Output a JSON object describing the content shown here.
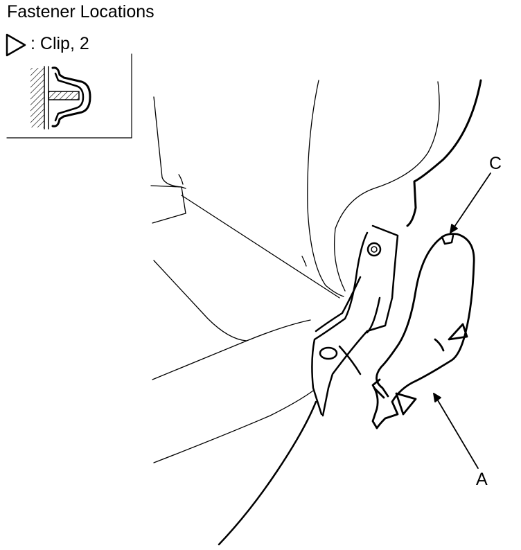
{
  "title": "Fastener Locations",
  "legend": {
    "symbol_icon": "triangle-outline-icon",
    "label": ": Clip, 2"
  },
  "callouts": {
    "c": "C",
    "a": "A"
  },
  "colors": {
    "line": "#000000",
    "background": "#ffffff"
  }
}
